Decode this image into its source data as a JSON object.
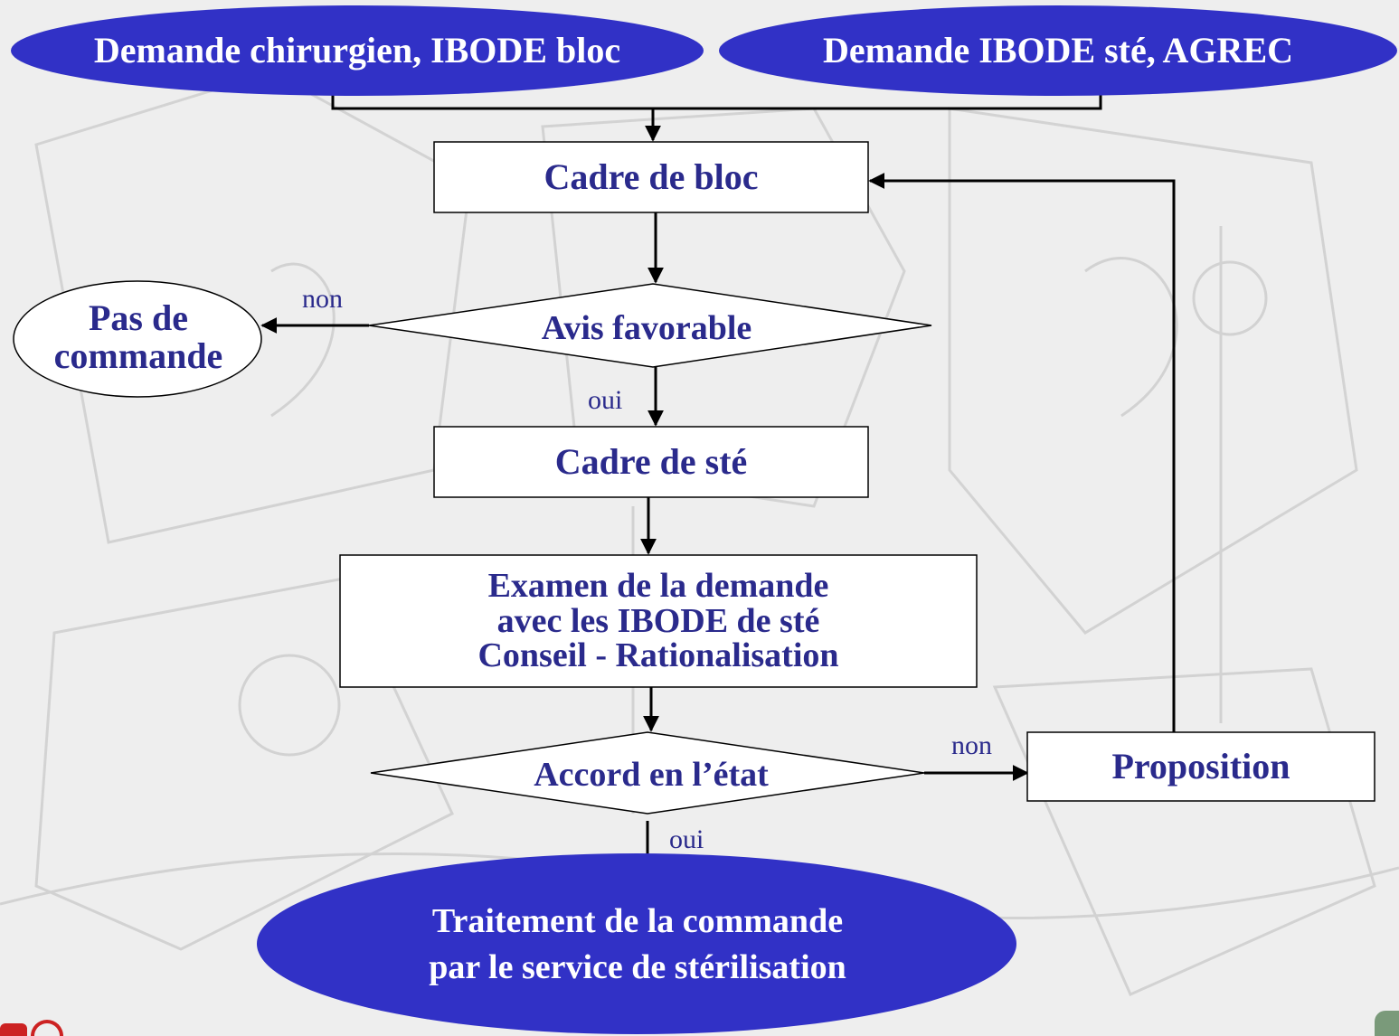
{
  "diagram": {
    "nodes": {
      "demande_chirurgien": "Demande chirurgien, IBODE bloc",
      "demande_ibode_ste": "Demande IBODE sté, AGREC",
      "cadre_bloc": "Cadre de bloc",
      "avis_favorable": "Avis favorable",
      "pas_de_commande_line1": "Pas de",
      "pas_de_commande_line2": "commande",
      "cadre_ste": "Cadre de sté",
      "examen_line1": "Examen de la demande",
      "examen_line2": "avec les IBODE de sté",
      "examen_line3": "Conseil - Rationalisation",
      "accord": "Accord en l’état",
      "proposition": "Proposition",
      "traitement_line1": "Traitement de la commande",
      "traitement_line2": "par le service de stérilisation"
    },
    "edge_labels": {
      "avis_non": "non",
      "avis_oui": "oui",
      "accord_non": "non",
      "accord_oui": "oui"
    },
    "colors": {
      "ellipse_fill": "#3131c6",
      "text_navy": "#2a2a8c",
      "line": "#000000"
    }
  }
}
